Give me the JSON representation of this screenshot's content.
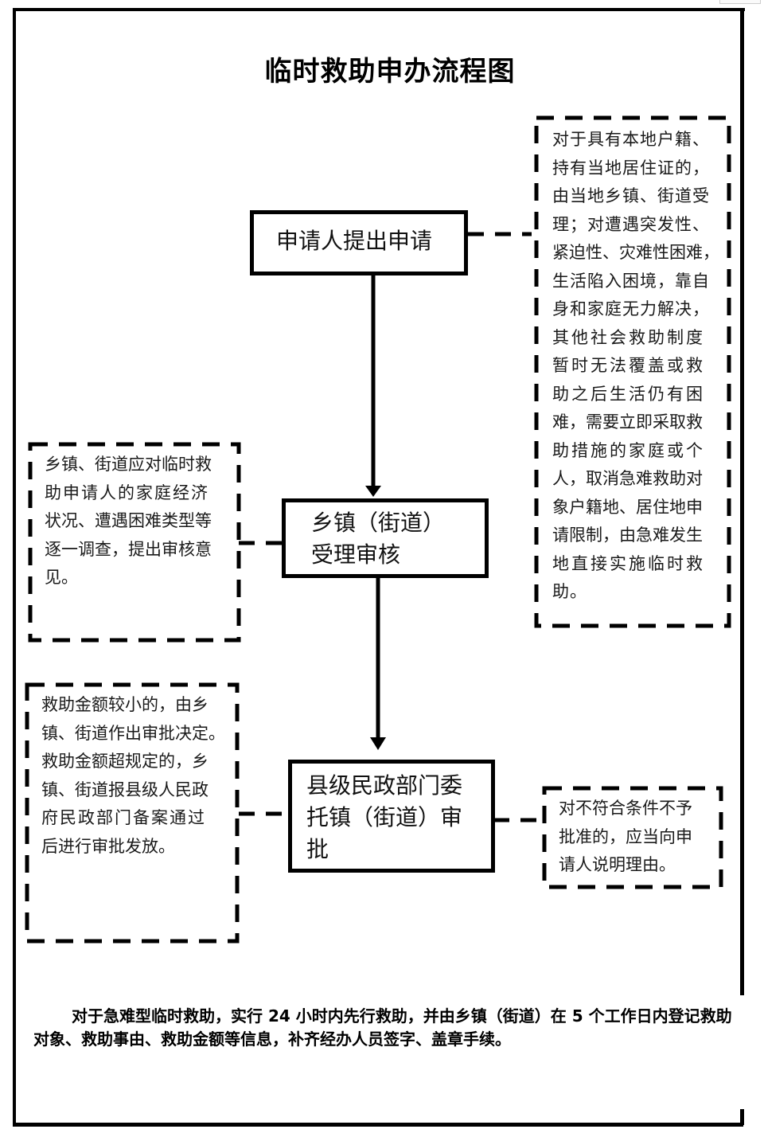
{
  "title": "临时救助申办流程图",
  "steps": [
    {
      "id": "apply",
      "label": "申请人提出申请"
    },
    {
      "id": "review",
      "label_lines": [
        "乡镇（街道）",
        "受理审核"
      ]
    },
    {
      "id": "approve",
      "label_lines": [
        "县级民政部门委",
        "托镇（街道）审",
        "批"
      ]
    }
  ],
  "notes": {
    "eligibility": {
      "lines": [
        "对于具有本地户籍、",
        "持有当地居住证的，",
        "由当地乡镇、街道受",
        "理；对遭遇突发性、",
        "紧迫性、灾难性困难，",
        "生活陷入困境，靠自",
        "身和家庭无力解决，",
        "其他社会救助制度",
        "暂时无法覆盖或救",
        "助之后生活仍有困",
        "难，需要立即采取救",
        "助措施的家庭或个",
        "人，取消急难救助对",
        "象户籍地、居住地申",
        "请限制，由急难发生",
        "地直接实施临时救",
        "助。"
      ]
    },
    "investigation": {
      "lines": [
        "乡镇、街道应对临时救",
        "助申请人的家庭经济",
        "状况、遭遇困难类型等",
        "逐一调查，提出审核意",
        "见。"
      ]
    },
    "approval_rules": {
      "lines": [
        "救助金额较小的，由乡",
        "镇、街道作出审批决定。",
        "救助金额超规定的，乡",
        "镇、街道报县级人民政",
        "府民政部门备案通过",
        "后进行审批发放。"
      ]
    },
    "rejection": {
      "lines": [
        "对不符合条件不予",
        "批准的，应当向申",
        "请人说明理由。"
      ]
    }
  },
  "footer": "对于急难型临时救助，实行 24 小时内先行救助，并由乡镇（街道）在 5 个工作日内登记救助对象、救助事由、救助金额等信息，补齐经办人员签字、盖章手续。",
  "colors": {
    "line": "#000000",
    "background": "#ffffff",
    "text": "#111111"
  }
}
